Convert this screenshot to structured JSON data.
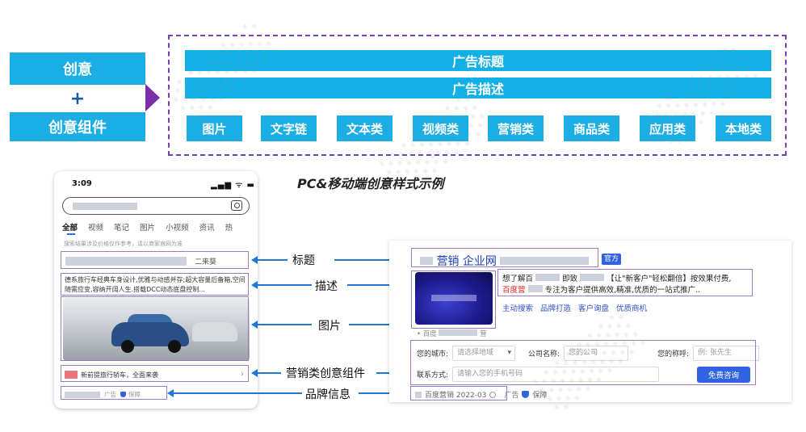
{
  "top": {
    "creative": "创意",
    "plus": "+",
    "component": "创意组件",
    "ad_title": "广告标题",
    "ad_desc": "广告描述",
    "tags": [
      "图片",
      "文字链",
      "文本类",
      "视频类",
      "营销类",
      "商品类",
      "应用类",
      "本地类"
    ]
  },
  "section_title": "PC&移动端创意样式示例",
  "mobile": {
    "time": "3:09",
    "status": "▂▄▆ ᯤ ▬",
    "tabs": [
      "全部",
      "视频",
      "笔记",
      "图片",
      "小视频",
      "资讯",
      "热"
    ],
    "hint": "搜索结果涉及价格仅作参考，请以商家官网为准",
    "title_tail": "二来葵",
    "desc": "德系旅行车经典车身设计,优雅与动感并存;超大容量后备箱,空间随需应变,容纳开阔人生.搭载DCC动态底盘控制...",
    "marketing": "新前提旅行轿车，全面来袭",
    "brand_ad": "广告",
    "brand_auth": "保障"
  },
  "labels": {
    "title": "标题",
    "desc": "描述",
    "image": "图片",
    "marketing": "营销类创意组件",
    "brand": "品牌信息"
  },
  "pc": {
    "title_a": "营销",
    "title_b": "企业网",
    "official": "官方",
    "desc_a": "想了解百",
    "desc_b": "即致",
    "desc_c": "【让\"新客户\"轻松翻倍】按效果付费,",
    "desc_red": "百度营",
    "desc_d": "专注为客户提供高效,精准,优质的一站式推广..",
    "links": [
      "主动搜索",
      "品牌打造",
      "客户询盘",
      "优质商机"
    ],
    "source": "• 百度",
    "source_tail": "营",
    "form": {
      "city_label": "您的城市:",
      "city_placeholder": "请选择地域",
      "company_label": "公司名称:",
      "company_placeholder": "您的公司",
      "name_label": "您的称呼:",
      "name_placeholder": "例: 张先生",
      "contact_label": "联系方式:",
      "contact_placeholder": "请输入您的手机号码",
      "submit": "免费咨询"
    },
    "foot_brand": "百度营销 2022-03",
    "foot_ad": "广告",
    "foot_auth": "保障"
  },
  "colors": {
    "accent": "#1aaee5",
    "frame": "#7b3fb3",
    "arrow": "#1e78d8",
    "link": "#3162e2"
  }
}
